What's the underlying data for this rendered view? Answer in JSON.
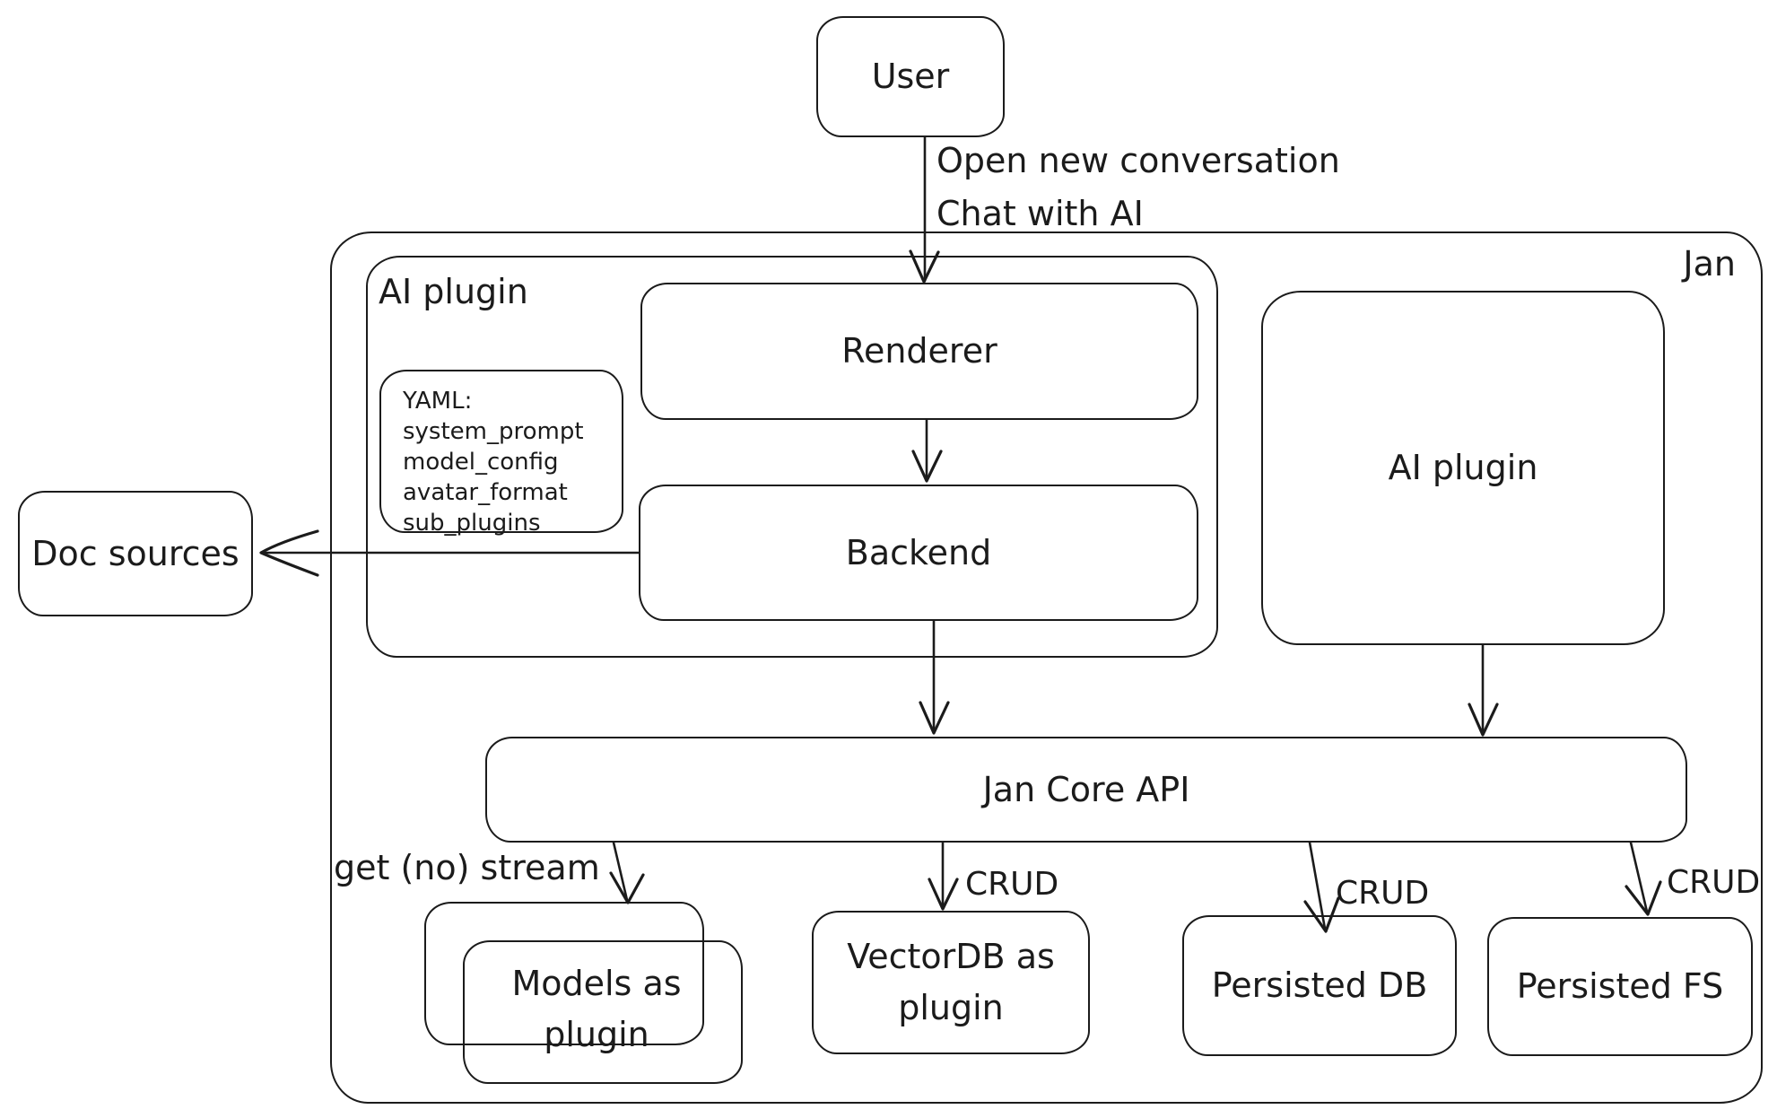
{
  "diagram": {
    "colors": {
      "stroke": "#1b1b1b",
      "background": "#ffffff"
    }
  },
  "containers": {
    "jan": {
      "label": "Jan"
    },
    "ai_plugin": {
      "label": "AI plugin"
    }
  },
  "nodes": {
    "user": {
      "label": "User"
    },
    "yaml_note": {
      "lines": [
        "YAML:",
        "system_prompt",
        "model_config",
        "avatar_format",
        "sub_plugins"
      ]
    },
    "renderer": {
      "label": "Renderer"
    },
    "backend": {
      "label": "Backend"
    },
    "doc_sources": {
      "label": "Doc sources"
    },
    "ai_plugin_right": {
      "label": "AI plugin"
    },
    "jan_core_api": {
      "label": "Jan Core API"
    },
    "models_as_plugin": {
      "label": "Models as\nplugin"
    },
    "vectordb": {
      "label": "VectorDB as\nplugin"
    },
    "persisted_db": {
      "label": "Persisted DB"
    },
    "persisted_fs": {
      "label": "Persisted FS"
    }
  },
  "edges": {
    "user_to_renderer": {
      "label": "Open new conversation\nChat with AI"
    },
    "core_to_models": {
      "label": "get (no) stream"
    },
    "core_to_vectordb": {
      "label": "CRUD"
    },
    "core_to_persisted_db": {
      "label": "CRUD"
    },
    "core_to_persisted_fs": {
      "label": "CRUD"
    }
  }
}
